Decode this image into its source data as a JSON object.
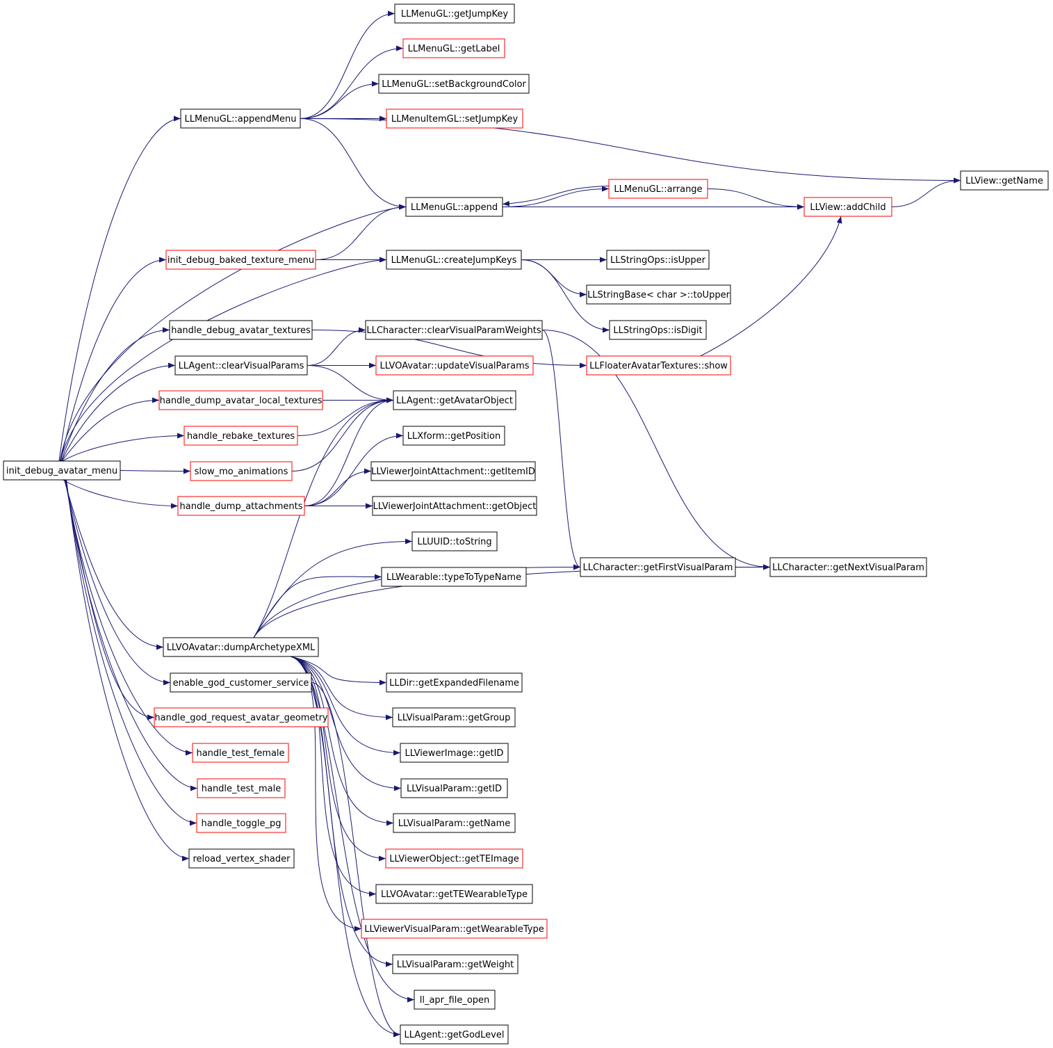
{
  "colors": {
    "edge": "#191970",
    "node_border_default": "#000000",
    "node_border_truncated": "#ff0000",
    "root_fill": "#bfbfbf"
  },
  "nodes": [
    {
      "id": "root",
      "label": "init_debug_avatar_menu",
      "border": "black",
      "root": true
    },
    {
      "id": "appendMenu",
      "label": "LLMenuGL::appendMenu",
      "border": "black"
    },
    {
      "id": "getJumpKey",
      "label": "LLMenuGL::getJumpKey",
      "border": "black"
    },
    {
      "id": "getLabel",
      "label": "LLMenuGL::getLabel",
      "border": "red"
    },
    {
      "id": "setBackgroundColor",
      "label": "LLMenuGL::setBackgroundColor",
      "border": "black"
    },
    {
      "id": "setJumpKey",
      "label": "LLMenuItemGL::setJumpKey",
      "border": "red"
    },
    {
      "id": "getName",
      "label": "LLView::getName",
      "border": "black"
    },
    {
      "id": "append",
      "label": "LLMenuGL::append",
      "border": "black"
    },
    {
      "id": "arrange",
      "label": "LLMenuGL::arrange",
      "border": "red"
    },
    {
      "id": "addChild",
      "label": "LLView::addChild",
      "border": "red"
    },
    {
      "id": "bakedMenu",
      "label": "init_debug_baked_texture_menu",
      "border": "red"
    },
    {
      "id": "createJumpKeys",
      "label": "LLMenuGL::createJumpKeys",
      "border": "black"
    },
    {
      "id": "isUpper",
      "label": "LLStringOps::isUpper",
      "border": "black"
    },
    {
      "id": "toUpper",
      "label": "LLStringBase< char >::toUpper",
      "border": "black"
    },
    {
      "id": "isDigit",
      "label": "LLStringOps::isDigit",
      "border": "black"
    },
    {
      "id": "debugTextures",
      "label": "handle_debug_avatar_textures",
      "border": "black"
    },
    {
      "id": "clearVPW",
      "label": "LLCharacter::clearVisualParamWeights",
      "border": "black"
    },
    {
      "id": "show",
      "label": "LLFloaterAvatarTextures::show",
      "border": "red"
    },
    {
      "id": "clearVP",
      "label": "LLAgent::clearVisualParams",
      "border": "black"
    },
    {
      "id": "updateVP",
      "label": "LLVOAvatar::updateVisualParams",
      "border": "red"
    },
    {
      "id": "dumpLocal",
      "label": "handle_dump_avatar_local_textures",
      "border": "red"
    },
    {
      "id": "getAvatarObject",
      "label": "LLAgent::getAvatarObject",
      "border": "black"
    },
    {
      "id": "rebake",
      "label": "handle_rebake_textures",
      "border": "red"
    },
    {
      "id": "getPosition",
      "label": "LLXform::getPosition",
      "border": "black"
    },
    {
      "id": "slowmo",
      "label": "slow_mo_animations",
      "border": "red"
    },
    {
      "id": "getItemID",
      "label": "LLViewerJointAttachment::getItemID",
      "border": "black"
    },
    {
      "id": "dumpAttach",
      "label": "handle_dump_attachments",
      "border": "red"
    },
    {
      "id": "getObject",
      "label": "LLViewerJointAttachment::getObject",
      "border": "black"
    },
    {
      "id": "toString",
      "label": "LLUUID::toString",
      "border": "black"
    },
    {
      "id": "typeToTypeName",
      "label": "LLWearable::typeToTypeName",
      "border": "black"
    },
    {
      "id": "getFirstVP",
      "label": "LLCharacter::getFirstVisualParam",
      "border": "black"
    },
    {
      "id": "getNextVP",
      "label": "LLCharacter::getNextVisualParam",
      "border": "black"
    },
    {
      "id": "dumpXML",
      "label": "LLVOAvatar::dumpArchetypeXML",
      "border": "black"
    },
    {
      "id": "godCS",
      "label": "enable_god_customer_service",
      "border": "black"
    },
    {
      "id": "getExpanded",
      "label": "LLDir::getExpandedFilename",
      "border": "black"
    },
    {
      "id": "godGeom",
      "label": "handle_god_request_avatar_geometry",
      "border": "red"
    },
    {
      "id": "getGroup",
      "label": "LLVisualParam::getGroup",
      "border": "black"
    },
    {
      "id": "testFemale",
      "label": "handle_test_female",
      "border": "red"
    },
    {
      "id": "imgGetID",
      "label": "LLViewerImage::getID",
      "border": "black"
    },
    {
      "id": "testMale",
      "label": "handle_test_male",
      "border": "red"
    },
    {
      "id": "vpGetID",
      "label": "LLVisualParam::getID",
      "border": "black"
    },
    {
      "id": "togglePG",
      "label": "handle_toggle_pg",
      "border": "red"
    },
    {
      "id": "vpGetName",
      "label": "LLVisualParam::getName",
      "border": "black"
    },
    {
      "id": "reloadVS",
      "label": "reload_vertex_shader",
      "border": "black"
    },
    {
      "id": "getTEImage",
      "label": "LLViewerObject::getTEImage",
      "border": "red"
    },
    {
      "id": "getTEWearable",
      "label": "LLVOAvatar::getTEWearableType",
      "border": "black"
    },
    {
      "id": "getWearableType",
      "label": "LLViewerVisualParam::getWearableType",
      "border": "red"
    },
    {
      "id": "getWeight",
      "label": "LLVisualParam::getWeight",
      "border": "black"
    },
    {
      "id": "aprOpen",
      "label": "ll_apr_file_open",
      "border": "black"
    },
    {
      "id": "godLevel",
      "label": "LLAgent::getGodLevel",
      "border": "black"
    }
  ],
  "edges": [
    [
      "root",
      "appendMenu"
    ],
    [
      "root",
      "append"
    ],
    [
      "root",
      "bakedMenu"
    ],
    [
      "root",
      "createJumpKeys"
    ],
    [
      "root",
      "debugTextures"
    ],
    [
      "root",
      "clearVP"
    ],
    [
      "root",
      "dumpLocal"
    ],
    [
      "root",
      "rebake"
    ],
    [
      "root",
      "slowmo"
    ],
    [
      "root",
      "dumpAttach"
    ],
    [
      "root",
      "dumpXML"
    ],
    [
      "root",
      "godCS"
    ],
    [
      "root",
      "godGeom"
    ],
    [
      "root",
      "testFemale"
    ],
    [
      "root",
      "testMale"
    ],
    [
      "root",
      "togglePG"
    ],
    [
      "root",
      "reloadVS"
    ],
    [
      "appendMenu",
      "getJumpKey"
    ],
    [
      "appendMenu",
      "getLabel"
    ],
    [
      "appendMenu",
      "setBackgroundColor"
    ],
    [
      "appendMenu",
      "setJumpKey"
    ],
    [
      "appendMenu",
      "getName"
    ],
    [
      "appendMenu",
      "append"
    ],
    [
      "append",
      "arrange"
    ],
    [
      "append",
      "addChild"
    ],
    [
      "arrange",
      "append"
    ],
    [
      "arrange",
      "addChild"
    ],
    [
      "addChild",
      "getName"
    ],
    [
      "bakedMenu",
      "append"
    ],
    [
      "bakedMenu",
      "createJumpKeys"
    ],
    [
      "createJumpKeys",
      "isUpper"
    ],
    [
      "createJumpKeys",
      "toUpper"
    ],
    [
      "createJumpKeys",
      "isDigit"
    ],
    [
      "debugTextures",
      "show"
    ],
    [
      "show",
      "addChild"
    ],
    [
      "clearVP",
      "clearVPW"
    ],
    [
      "clearVP",
      "updateVP"
    ],
    [
      "clearVP",
      "getAvatarObject"
    ],
    [
      "clearVPW",
      "getFirstVP"
    ],
    [
      "clearVPW",
      "getNextVP"
    ],
    [
      "dumpLocal",
      "getAvatarObject"
    ],
    [
      "rebake",
      "getAvatarObject"
    ],
    [
      "slowmo",
      "getAvatarObject"
    ],
    [
      "dumpAttach",
      "getAvatarObject"
    ],
    [
      "dumpAttach",
      "getPosition"
    ],
    [
      "dumpAttach",
      "getItemID"
    ],
    [
      "dumpAttach",
      "getObject"
    ],
    [
      "dumpXML",
      "getAvatarObject"
    ],
    [
      "dumpXML",
      "toString"
    ],
    [
      "dumpXML",
      "typeToTypeName"
    ],
    [
      "dumpXML",
      "getFirstVP"
    ],
    [
      "dumpXML",
      "getNextVP"
    ],
    [
      "dumpXML",
      "getExpanded"
    ],
    [
      "dumpXML",
      "getGroup"
    ],
    [
      "dumpXML",
      "imgGetID"
    ],
    [
      "dumpXML",
      "vpGetID"
    ],
    [
      "dumpXML",
      "vpGetName"
    ],
    [
      "dumpXML",
      "getTEImage"
    ],
    [
      "dumpXML",
      "getTEWearable"
    ],
    [
      "dumpXML",
      "getWearableType"
    ],
    [
      "dumpXML",
      "getWeight"
    ],
    [
      "dumpXML",
      "aprOpen"
    ],
    [
      "dumpXML",
      "godLevel"
    ],
    [
      "godCS",
      "godLevel"
    ],
    [
      "getFirstVP",
      "getNextVP"
    ]
  ]
}
